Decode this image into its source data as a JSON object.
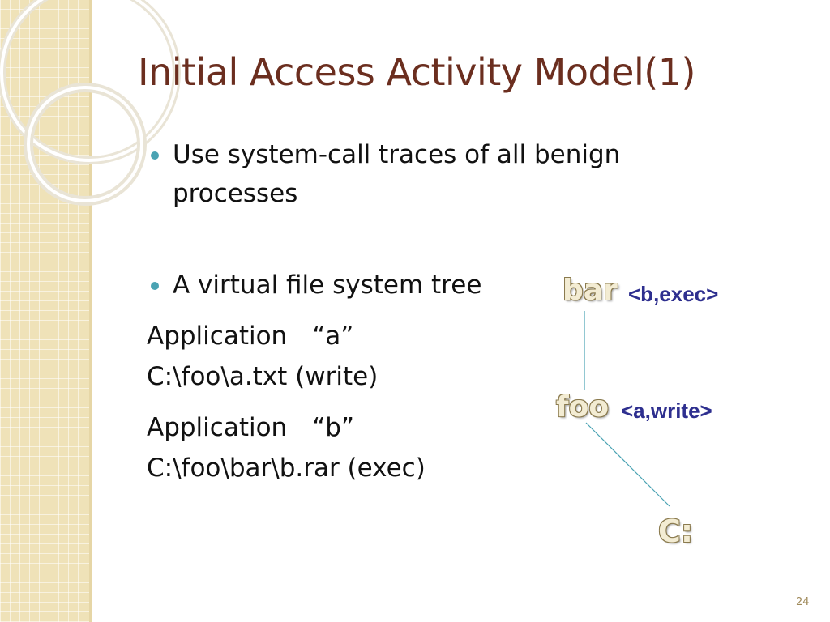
{
  "slide": {
    "title": "Initial Access Activity Model(1)",
    "bullets": [
      "Use system-call traces of all benign",
      "processes",
      "A virtual file system tree"
    ],
    "lines": [
      "Application　“a”",
      "C:\\foo\\a.txt (write)",
      "Application　“b”",
      "C:\\foo\\bar\\b.rar (exec)"
    ],
    "page_number": "24"
  },
  "tree": {
    "nodes": [
      {
        "name": "bar",
        "tag": "<b,exec>"
      },
      {
        "name": "foo",
        "tag": "<a,write>"
      },
      {
        "name": "C:"
      }
    ],
    "edge_color": "#4aa3b3",
    "tag_color": "#2e2f8f"
  },
  "colors": {
    "title": "#6b2e1f",
    "bullet": "#4aa3b3",
    "sidebar": "#efe2b8"
  }
}
